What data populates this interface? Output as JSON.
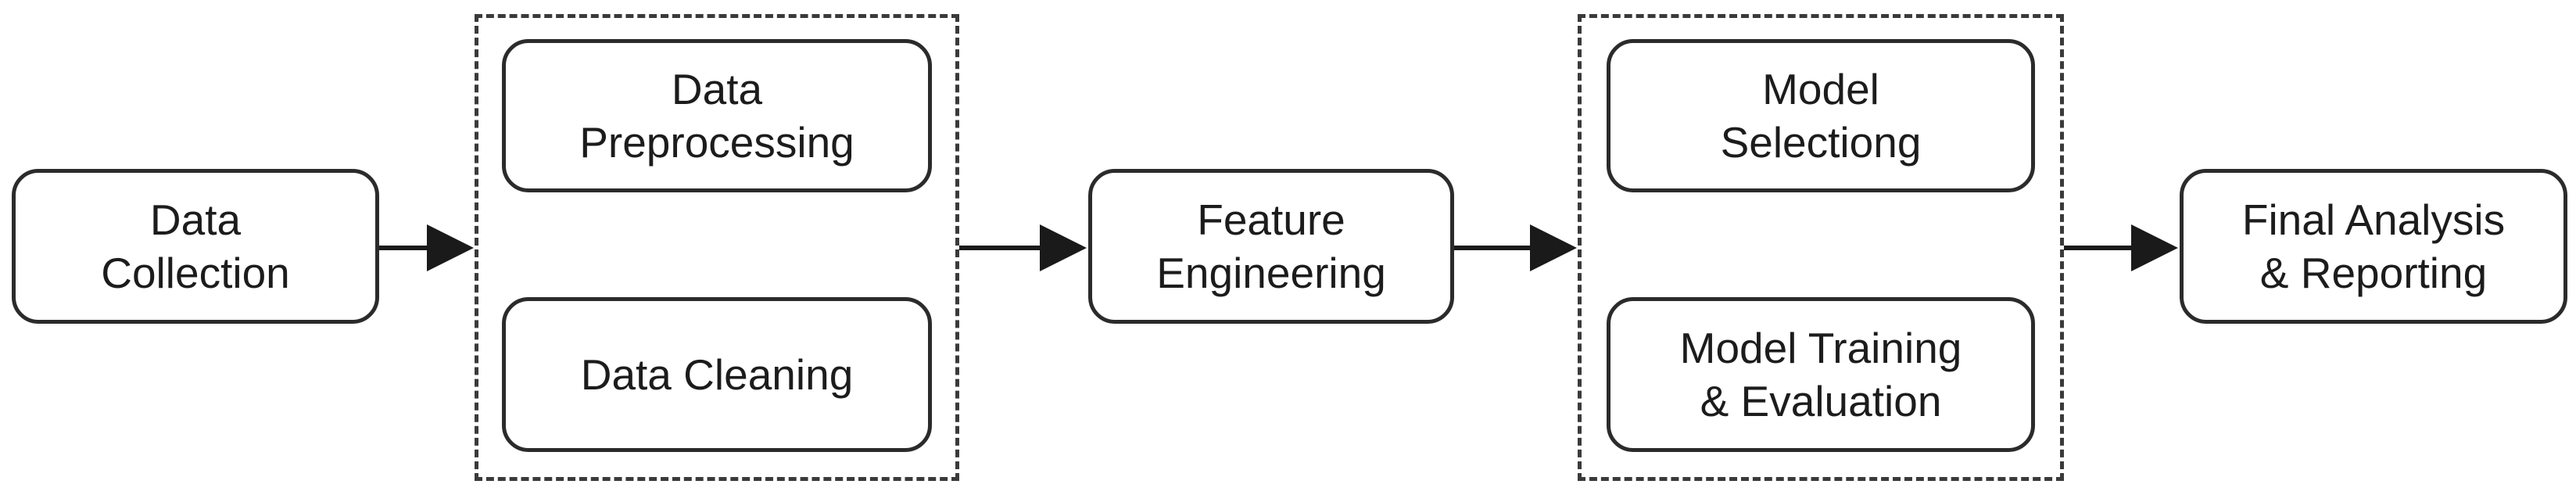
{
  "diagram": {
    "nodes": {
      "data_collection": "Data\nCollection",
      "data_preprocessing": "Data\nPreprocessing",
      "data_cleaning": "Data Cleaning",
      "feature_engineering": "Feature\nEngineering",
      "model_selectiong": "Model\nSelectiong",
      "model_training": "Model Training\n& Evaluation",
      "final_analysis": "Final Analysis\n& Reporting"
    },
    "edges": [
      {
        "from": "data_collection",
        "to": "preprocessing_group"
      },
      {
        "from": "preprocessing_group",
        "to": "feature_engineering"
      },
      {
        "from": "feature_engineering",
        "to": "modeling_group"
      },
      {
        "from": "modeling_group",
        "to": "final_analysis"
      }
    ],
    "colors": {
      "stroke": "#2b2b2b",
      "background": "#ffffff"
    }
  }
}
